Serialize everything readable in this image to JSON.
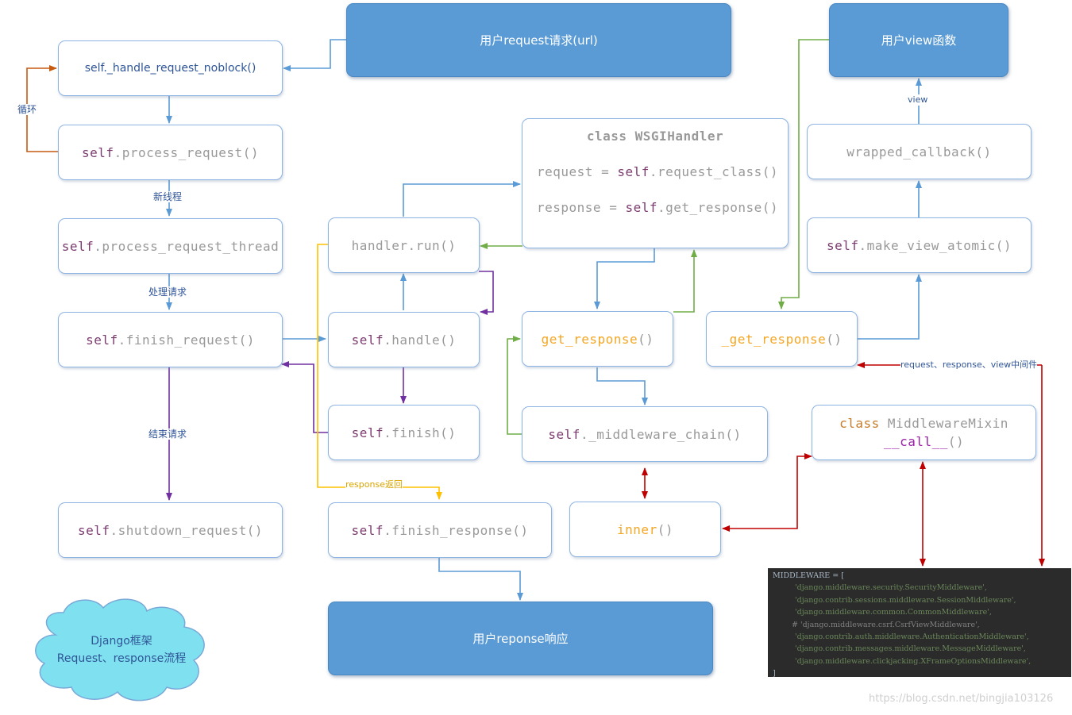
{
  "header_boxes": {
    "user_request": "用户request请求(url)",
    "user_view": "用户view函数",
    "user_response": "用户reponse响应"
  },
  "nodes": {
    "handle_noblock": "self._handle_request_noblock()",
    "process_request": {
      "self": "self",
      "rest": ".process_request()"
    },
    "process_request_thread": {
      "self": "self",
      "rest": ".process_request_thread"
    },
    "finish_request": {
      "self": "self",
      "rest": ".finish_request()"
    },
    "shutdown_request": {
      "self": "self",
      "rest": ".shutdown_request()"
    },
    "handler_run": "handler.run()",
    "handle": {
      "self": "self",
      "rest": ".handle()"
    },
    "finish": {
      "self": "self",
      "rest": ".finish()"
    },
    "finish_response": {
      "self": "self",
      "rest": ".finish_response()"
    },
    "wsgi_handler": {
      "title": "class WSGIHandler",
      "line1_a": "request = ",
      "line1_self": "self",
      "line1_b": ".request_class()",
      "line2_a": "response = ",
      "line2_self": "self",
      "line2_b": ".get_response()"
    },
    "get_response": {
      "name": "get_response",
      "paren": "()"
    },
    "middleware_chain": {
      "self": "self",
      "rest": "._middleware_chain()"
    },
    "inner": {
      "name": "inner",
      "paren": "()"
    },
    "private_get_response": {
      "name": "_get_response",
      "paren": "()"
    },
    "make_view_atomic": {
      "self": "self",
      "rest": ".make_view_atomic()"
    },
    "wrapped_callback": "wrapped_callback()",
    "middleware_mixin": {
      "kw": "class",
      "name": " MiddlewareMixin",
      "call": "__call__",
      "paren": "()"
    }
  },
  "edge_labels": {
    "loop": "循环",
    "new_thread": "新线程",
    "handle_request": "处理请求",
    "end_request": "结束请求",
    "response_return": "response返回",
    "view": "view",
    "middleware_note": "request、response、view中间件"
  },
  "cloud": {
    "line1": "Django框架",
    "line2": "Request、response流程",
    "fill": "#7fe0ef"
  },
  "middleware_code": {
    "open": "MIDDLEWARE = [",
    "items": [
      {
        "text": "'django.middleware.security.SecurityMiddleware',",
        "comment": false
      },
      {
        "text": "'django.contrib.sessions.middleware.SessionMiddleware',",
        "comment": false
      },
      {
        "text": "'django.middleware.common.CommonMiddleware',",
        "comment": false
      },
      {
        "text": "# 'django.middleware.csrf.CsrfViewMiddleware',",
        "comment": true
      },
      {
        "text": "'django.contrib.auth.middleware.AuthenticationMiddleware',",
        "comment": false
      },
      {
        "text": "'django.contrib.messages.middleware.MessageMiddleware',",
        "comment": false
      },
      {
        "text": "'django.middleware.clickjacking.XFrameOptionsMiddleware',",
        "comment": false
      }
    ],
    "close": "]"
  },
  "watermark": "https://blog.csdn.net/bingjia103126",
  "colors": {
    "blue_line": "#5b9bd5",
    "orange_line": "#c55a11",
    "green_line": "#70ad47",
    "purple_line": "#7030a0",
    "yellow_line": "#ffc000",
    "red_line": "#c00000",
    "header_fill": "#5b9bd5"
  }
}
